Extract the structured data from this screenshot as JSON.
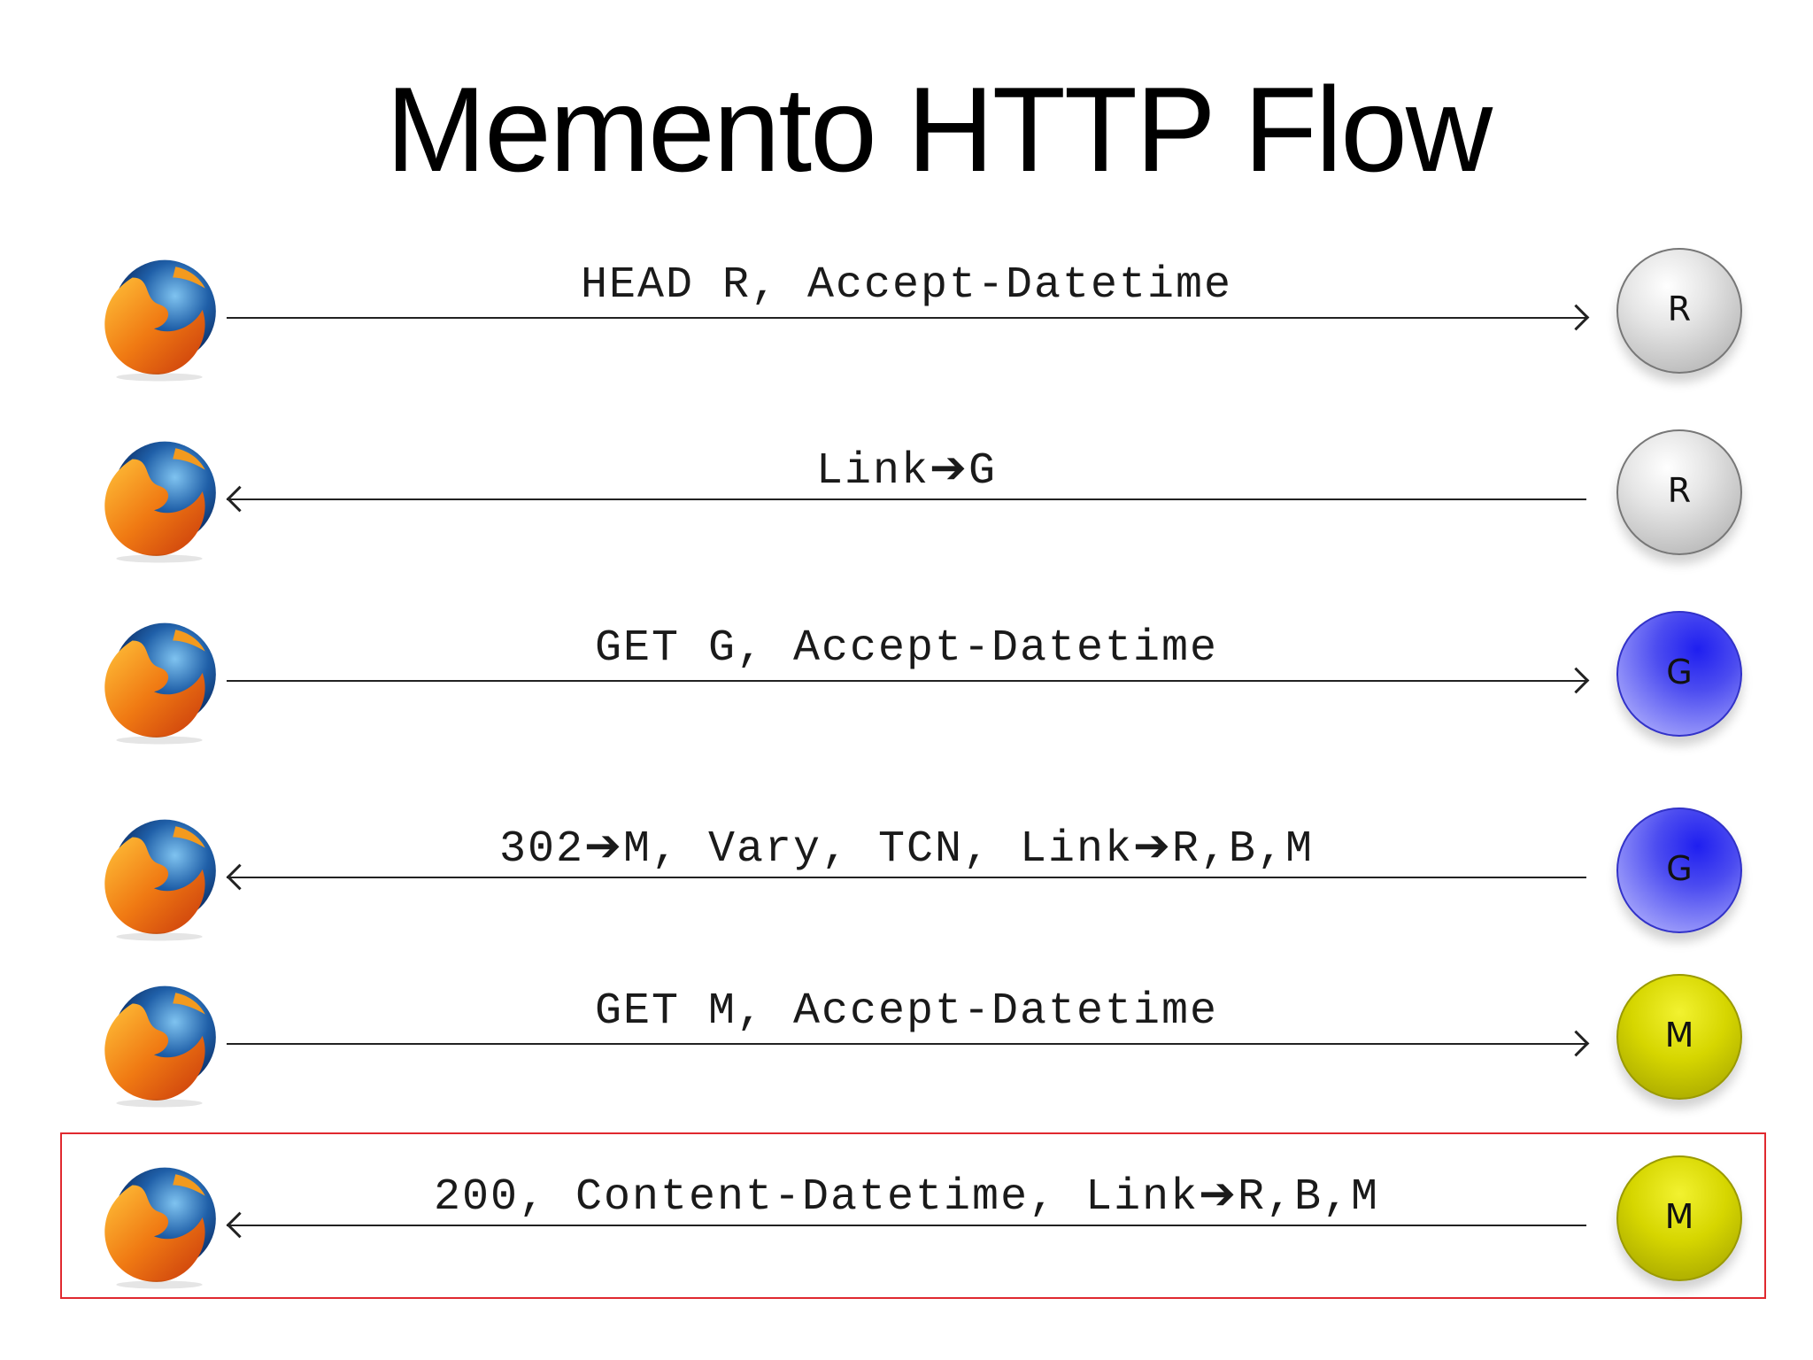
{
  "title": "Memento HTTP Flow",
  "colors": {
    "R": "#c8c8c8",
    "G": "#4b4bee",
    "M": "#d4d400",
    "highlight": "#e0292f"
  },
  "client_icon": "firefox-icon",
  "steps": [
    {
      "message": "HEAD R, Accept-Datetime",
      "direction": "to-server",
      "server": "R",
      "highlighted": false
    },
    {
      "message": "Link➔G",
      "direction": "to-client",
      "server": "R",
      "highlighted": false
    },
    {
      "message": "GET G, Accept-Datetime",
      "direction": "to-server",
      "server": "G",
      "highlighted": false
    },
    {
      "message": "302➔M, Vary, TCN, Link➔R,B,M",
      "direction": "to-client",
      "server": "G",
      "highlighted": false
    },
    {
      "message": "GET M, Accept-Datetime",
      "direction": "to-server",
      "server": "M",
      "highlighted": false
    },
    {
      "message": "200, Content-Datetime, Link➔R,B,M",
      "direction": "to-client",
      "server": "M",
      "highlighted": true
    }
  ]
}
